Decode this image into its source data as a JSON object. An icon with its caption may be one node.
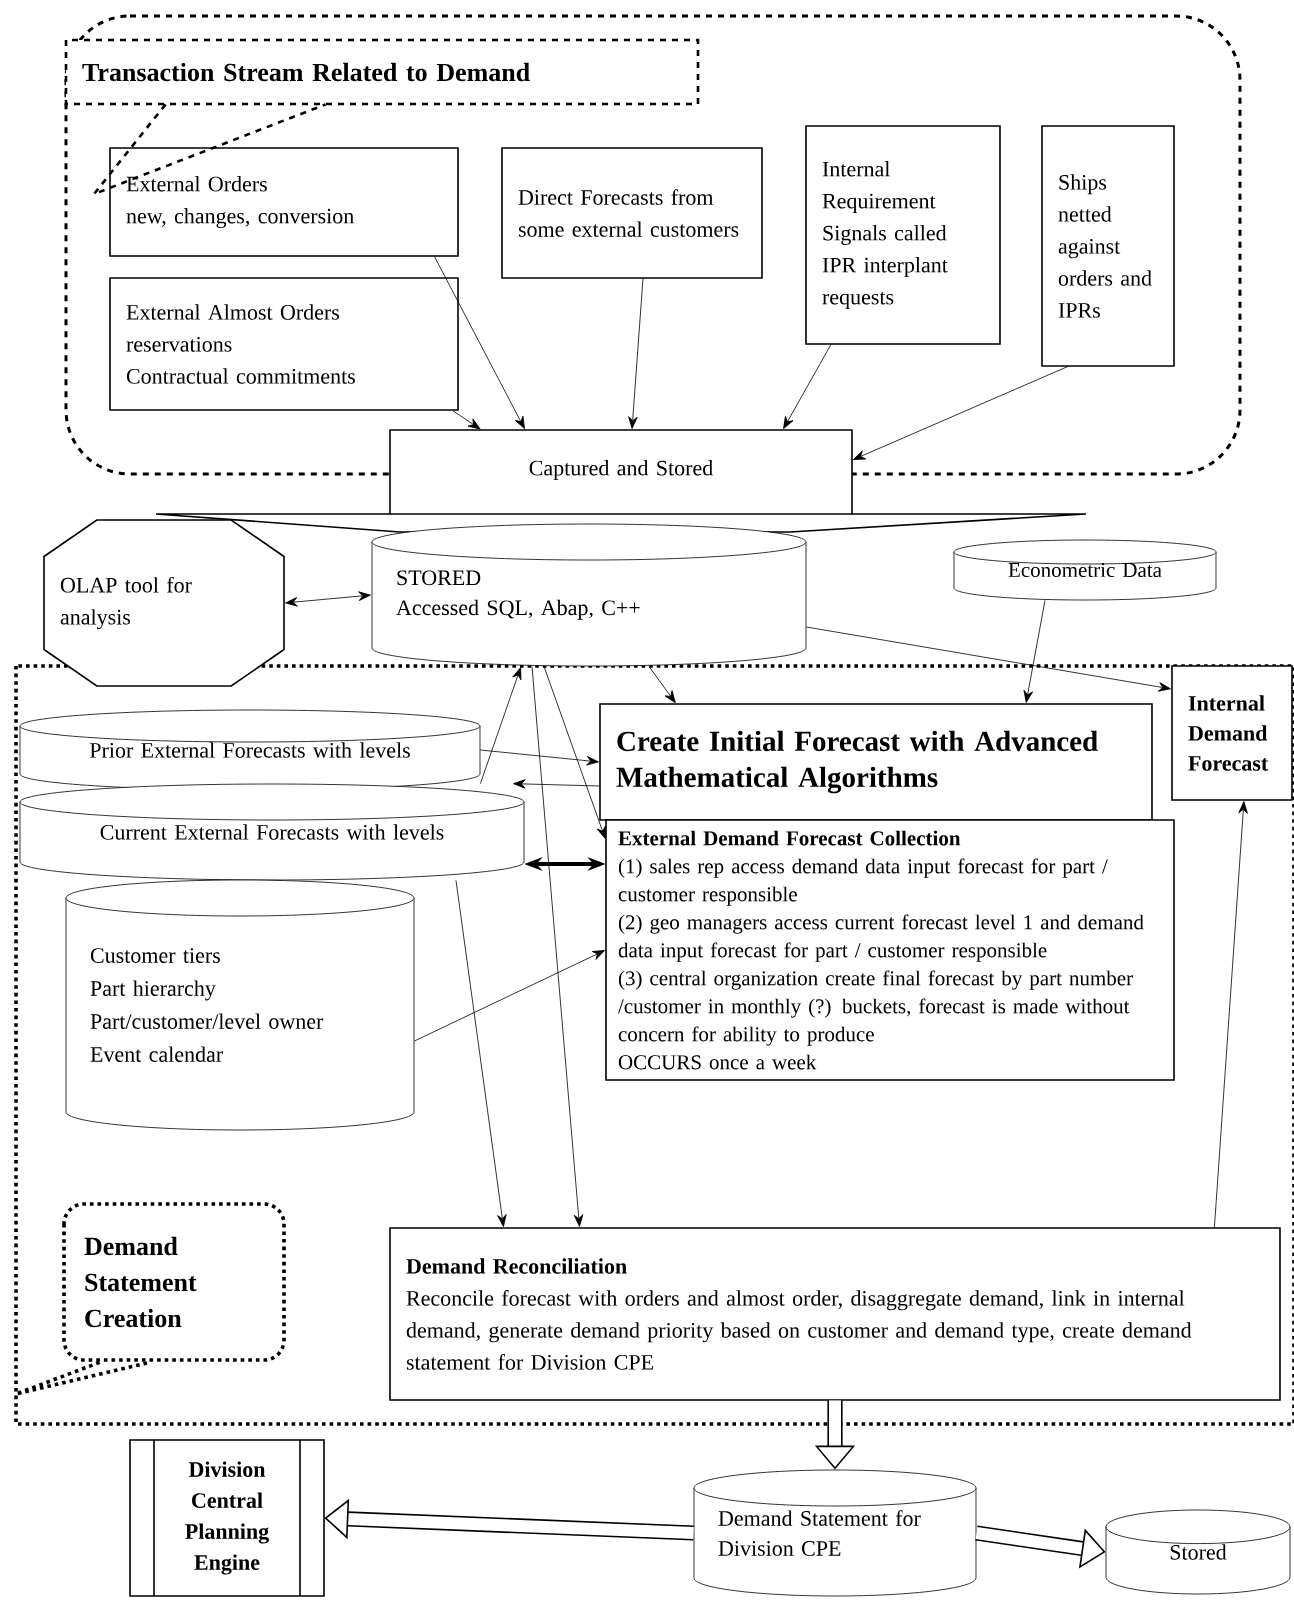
{
  "diagram": {
    "nodes": [
      {
        "text": [
          "Transaction Stream Related to Demand"
        ]
      },
      {
        "text": [
          "External Orders",
          "new, changes, conversion"
        ]
      },
      {
        "text": [
          "Direct Forecasts from some external customers"
        ]
      },
      {
        "text": [
          "Internal Requirement Signals called IPR interplant requests"
        ]
      },
      {
        "text": [
          "Ships netted against orders and IPRs"
        ]
      },
      {
        "text": [
          "External Almost Orders",
          "reservations",
          "Contractual commitments"
        ]
      },
      {
        "text": [
          "Captured and Stored"
        ]
      },
      {
        "text": [
          "OLAP tool for analysis"
        ]
      },
      {
        "text": [
          "STORED",
          "Accessed SQL, Abap, C++"
        ]
      },
      {
        "text": [
          "Econometric Data"
        ]
      },
      {
        "text": [
          "Internal Demand Forecast"
        ]
      },
      {
        "text": [
          "Create Initial Forecast with Advanced Mathematical Algorithms"
        ]
      },
      {
        "text": [
          "Prior External Forecasts with levels"
        ]
      },
      {
        "text": [
          "Current External Forecasts with levels"
        ]
      },
      {
        "text": [
          "External Demand Forecast Collection",
          "(1) sales rep access demand data input forecast for part / customer responsible",
          "(2) geo managers access current forecast level 1 and demand data input forecast for part / customer responsible",
          "(3) central organization create final forecast by part number /customer in monthly (?) buckets, forecast is made without concern for ability to produce",
          "OCCURS once a week"
        ]
      },
      {
        "text": [
          "Customer tiers",
          "Part hierarchy",
          "Part/customer/level owner",
          "Event calendar"
        ]
      },
      {
        "text": [
          "Demand Statement Creation"
        ]
      },
      {
        "text": [
          "Demand Reconciliation",
          "Reconcile forecast with orders and almost order, disaggregate demand, link in internal demand, generate demand priority based on customer and demand type, create demand statement for Division CPE"
        ]
      },
      {
        "text": [
          "Division Central Planning Engine"
        ]
      },
      {
        "text": [
          "Demand Statement for Division CPE"
        ]
      },
      {
        "text": [
          "Stored"
        ]
      }
    ],
    "edges": [
      {
        "from": 1,
        "to": 6,
        "arrow": "to"
      },
      {
        "from": 5,
        "to": 6,
        "arrow": "to"
      },
      {
        "from": 2,
        "to": 6,
        "arrow": "to"
      },
      {
        "from": 3,
        "to": 6,
        "arrow": "to"
      },
      {
        "from": 4,
        "to": 6,
        "arrow": "to"
      },
      {
        "from": 7,
        "to": 8,
        "arrow": "both"
      },
      {
        "from": 8,
        "to": 11,
        "arrow": "to"
      },
      {
        "from": 8,
        "to": 10,
        "arrow": "to"
      },
      {
        "from": 9,
        "to": 11,
        "arrow": "to"
      },
      {
        "from": 12,
        "to": 11,
        "arrow": "to"
      },
      {
        "from": 11,
        "to": 13,
        "arrow": "to"
      },
      {
        "from": 13,
        "to": 14,
        "arrow": "both",
        "style": "thick"
      },
      {
        "from": 15,
        "to": 14,
        "arrow": "to"
      },
      {
        "from": 13,
        "to": 8,
        "arrow": "to"
      },
      {
        "from": 8,
        "to": 14,
        "arrow": "to"
      },
      {
        "from": 8,
        "to": 17,
        "arrow": "to"
      },
      {
        "from": 13,
        "to": 17,
        "arrow": "to"
      },
      {
        "from": 17,
        "to": 10,
        "arrow": "to"
      },
      {
        "from": 17,
        "to": 19,
        "arrow": "to",
        "style": "thick"
      },
      {
        "from": 19,
        "to": 18,
        "arrow": "to",
        "style": "thick"
      },
      {
        "from": 19,
        "to": 20,
        "arrow": "to",
        "style": "thick"
      },
      {
        "from": 0,
        "to": null,
        "arrow": "none",
        "style": "dashed"
      },
      {
        "from": 16,
        "to": null,
        "arrow": "none",
        "style": "dashed"
      }
    ]
  }
}
